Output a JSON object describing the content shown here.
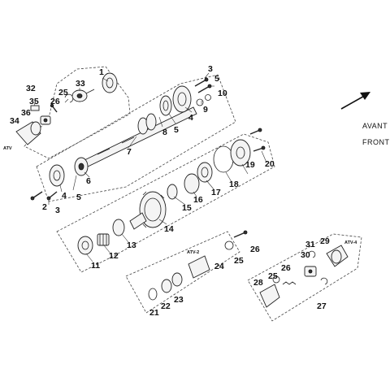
{
  "direction_labels": {
    "line1": "AVANT",
    "line2": "FRONT"
  },
  "assembly_tags": {
    "atv": "ATV",
    "atv2": "ATV-2",
    "atv4": "ATV-4"
  },
  "callouts": {
    "n1": "1",
    "n2": "2",
    "n3a": "3",
    "n3b": "3",
    "n4a": "4",
    "n4b": "4",
    "n5a": "5",
    "n5b": "5",
    "n6": "6",
    "n7": "7",
    "n8": "8",
    "n9": "9",
    "n10": "10",
    "n11": "11",
    "n12": "12",
    "n13": "13",
    "n14": "14",
    "n15": "15",
    "n16": "16",
    "n17": "17",
    "n18": "18",
    "n19": "19",
    "n20": "20",
    "n21": "21",
    "n22": "22",
    "n23": "23",
    "n24": "24",
    "n25a": "25",
    "n25b": "25",
    "n25c": "25",
    "n26a": "26",
    "n26b": "26",
    "n26c": "26",
    "n27": "27",
    "n28": "28",
    "n29": "29",
    "n30": "30",
    "n31": "31",
    "n32": "32",
    "n33": "33",
    "n34": "34",
    "n35": "35",
    "n36": "36"
  },
  "colors": {
    "ink": "#111111",
    "paper": "#ffffff"
  },
  "icons": {
    "direction": "front-arrow-icon"
  }
}
